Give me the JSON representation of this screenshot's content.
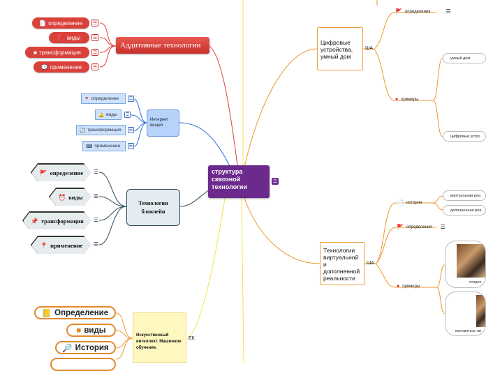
{
  "central": {
    "title": "структура сквозной технологии"
  },
  "additive": {
    "title": "Аддитивные технологии",
    "items": [
      {
        "label": "определение",
        "icon": "document-icon"
      },
      {
        "label": "виды",
        "icon": "flag-icon"
      },
      {
        "label": "трансформация",
        "icon": "square-icon"
      },
      {
        "label": "применение",
        "icon": "speech-bubble-icon"
      }
    ]
  },
  "iot": {
    "title": "Интернет вещей",
    "items": [
      {
        "label": "определение",
        "icon": "triangle-down-icon"
      },
      {
        "label": "виды",
        "icon": "bell-icon"
      },
      {
        "label": "трансформация",
        "icon": "refresh-icon"
      },
      {
        "label": "применение",
        "icon": "keyboard-icon"
      }
    ]
  },
  "blockchain": {
    "title_line1": "Технологии",
    "title_line2": "блокчейн",
    "items": [
      {
        "label": "определение",
        "icon": "flag-icon"
      },
      {
        "label": "виды",
        "icon": "clock-icon"
      },
      {
        "label": "трансформация",
        "icon": "pin-icon"
      },
      {
        "label": "применение",
        "icon": "pin-icon"
      }
    ]
  },
  "ai": {
    "title": "Искусственный интеллект. Машинное обучение.",
    "tag": "ЕК",
    "items": [
      {
        "label": "Определение",
        "icon": "note-icon"
      },
      {
        "label": "виды",
        "icon": "square-icon"
      },
      {
        "label": "История",
        "icon": "search-icon"
      }
    ]
  },
  "digital": {
    "title": "Цифровые устройства, умный дом",
    "tag": "ША",
    "definition": "определения",
    "examples": "примеры",
    "example_items": [
      "умный дом",
      "цифровые устро"
    ]
  },
  "vr": {
    "title": "Технологии виртуальной и дополненной реальности",
    "tag": "ША",
    "history": "история",
    "history_items": [
      "виртуальная реа",
      "дополненная реа"
    ],
    "definition": "определения",
    "examples": "примеры",
    "example_captions": [
      "стерео",
      "контактные ли"
    ]
  },
  "colors": {
    "red": "#d9413a",
    "blue": "#2f6fd6",
    "purple": "#6b2a8c",
    "orange": "#f0962a",
    "yellow": "#f4e04a",
    "dark": "#2b4a5a"
  }
}
